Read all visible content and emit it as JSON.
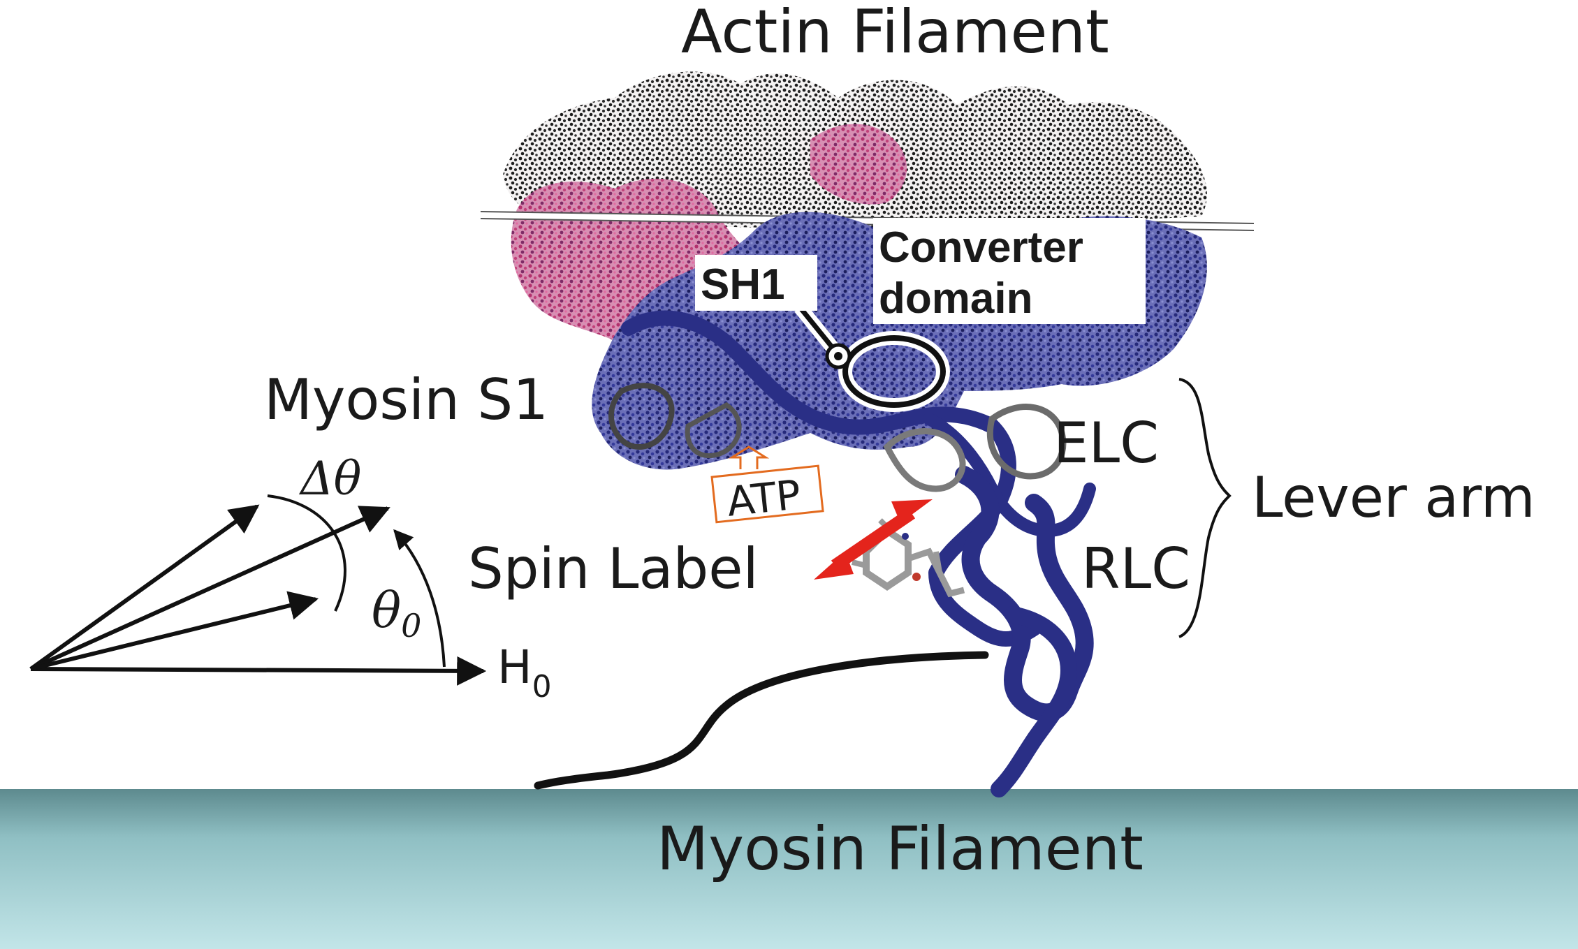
{
  "labels": {
    "actin_filament": "Actin Filament",
    "myosin_filament": "Myosin Filament",
    "myosin_s1": "Myosin S1",
    "sh1": "SH1",
    "converter_line1": "Converter",
    "converter_line2": "domain",
    "atp": "ATP",
    "spin_label": "Spin Label",
    "elc": "ELC",
    "rlc": "RLC",
    "lever_arm": "Lever arm",
    "delta_theta": "Δθ",
    "theta": "θ",
    "theta_sub": "0",
    "h": "H",
    "h_sub": "0"
  },
  "colors": {
    "actin_dark": "#1c1c1c",
    "actin_pink": "#c2417a",
    "myosin_blue": "#2a2f86",
    "myosin_filament_top": "#5f8a8d",
    "myosin_filament_bottom": "#bfe3e6",
    "spin_arrow": "#e4241c",
    "atp_orange": "#e36b1f"
  }
}
